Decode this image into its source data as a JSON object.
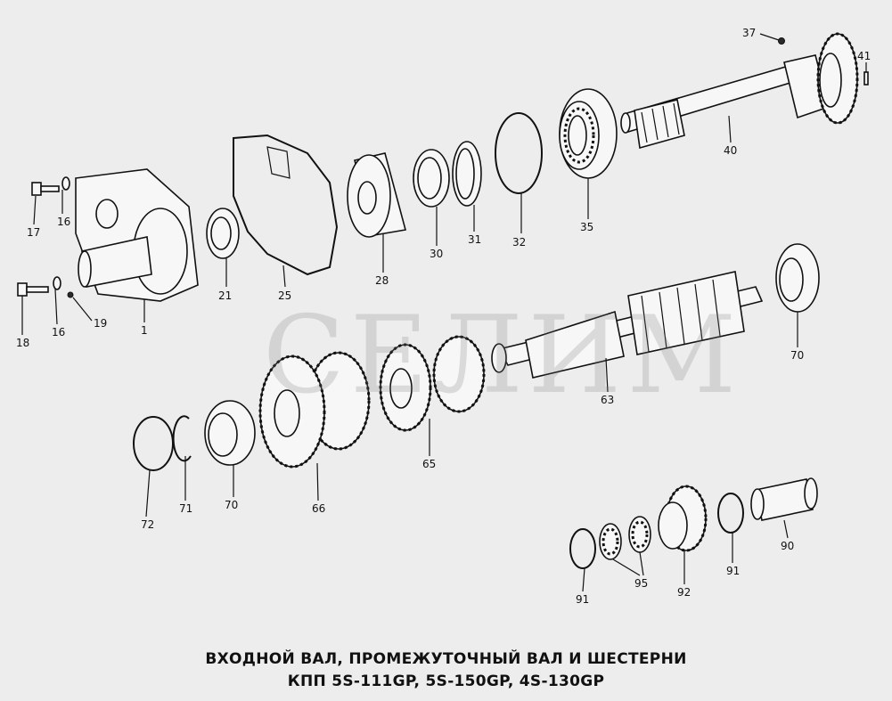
{
  "watermark": "СЕЛИМ",
  "caption": {
    "line1": "ВХОДНОЙ ВАЛ, ПРОМЕЖУТОЧНЫЙ ВАЛ И ШЕСТЕРНИ",
    "line2": "КПП 5S-111GP, 5S-150GP, 4S-130GP"
  },
  "labels": {
    "p37": "37",
    "p41": "41",
    "p40": "40",
    "p35": "35",
    "p32": "32",
    "p31": "31",
    "p30": "30",
    "p28": "28",
    "p25": "25",
    "p21": "21",
    "p17": "17",
    "p16a": "16",
    "p1": "1",
    "p18": "18",
    "p16b": "16",
    "p19": "19",
    "p70a": "70",
    "p63": "63",
    "p65": "65",
    "p66": "66",
    "p70b": "70",
    "p71": "71",
    "p72": "72",
    "p90": "90",
    "p91a": "91",
    "p92": "92",
    "p95": "95",
    "p91b": "91"
  }
}
